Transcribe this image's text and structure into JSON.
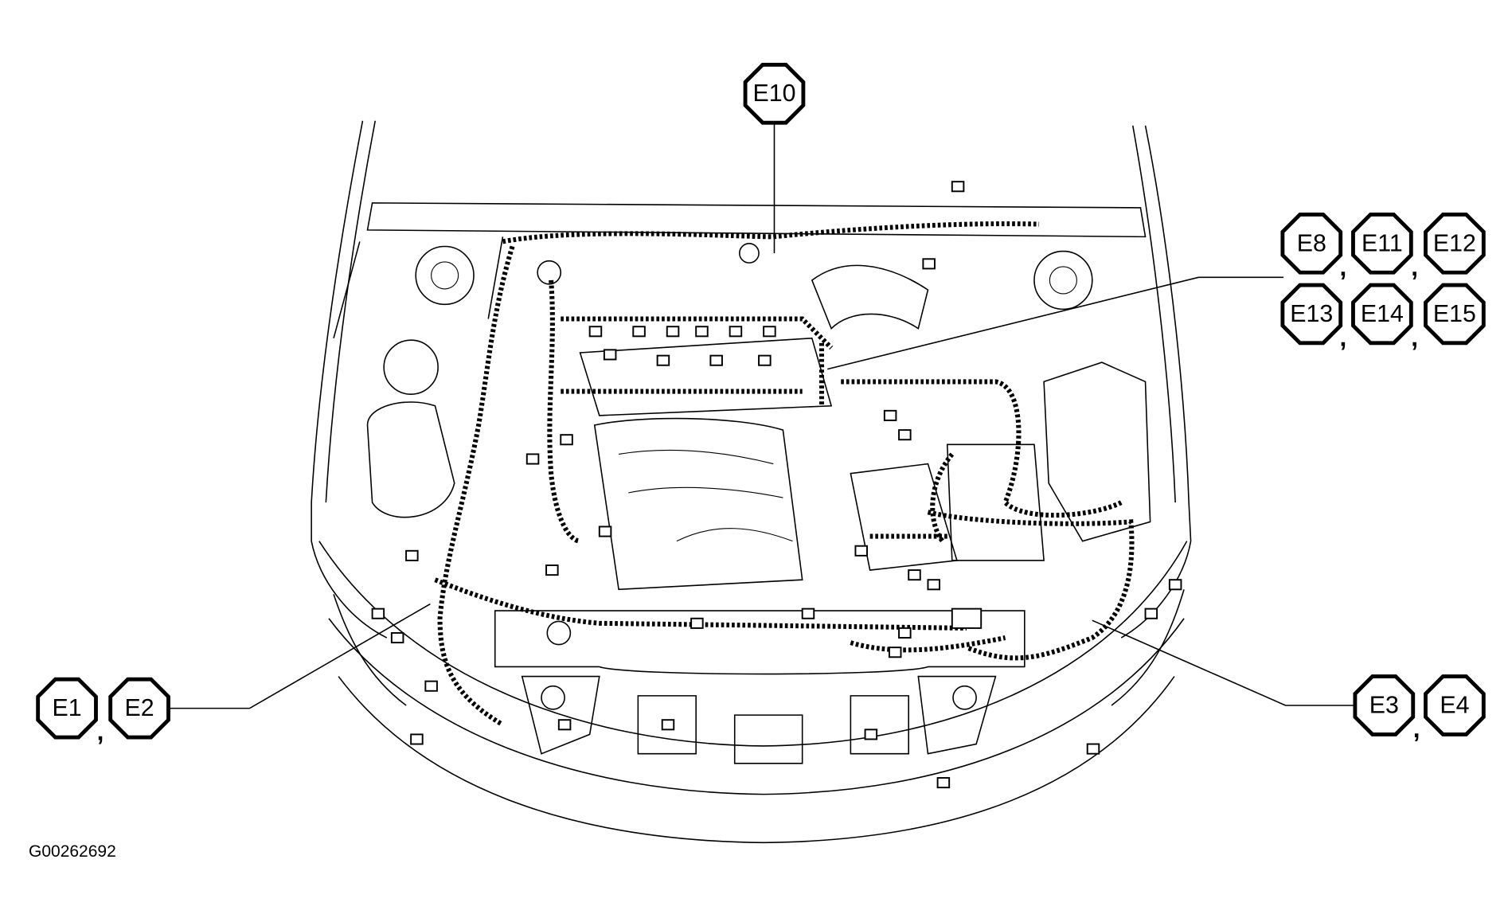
{
  "labels": {
    "e10": "E10",
    "e8": "E8",
    "e11": "E11",
    "e12": "E12",
    "e13": "E13",
    "e14": "E14",
    "e15": "E15",
    "e1": "E1",
    "e2": "E2",
    "e3": "E3",
    "e4": "E4",
    "separator": ","
  },
  "caption": "G00262692"
}
